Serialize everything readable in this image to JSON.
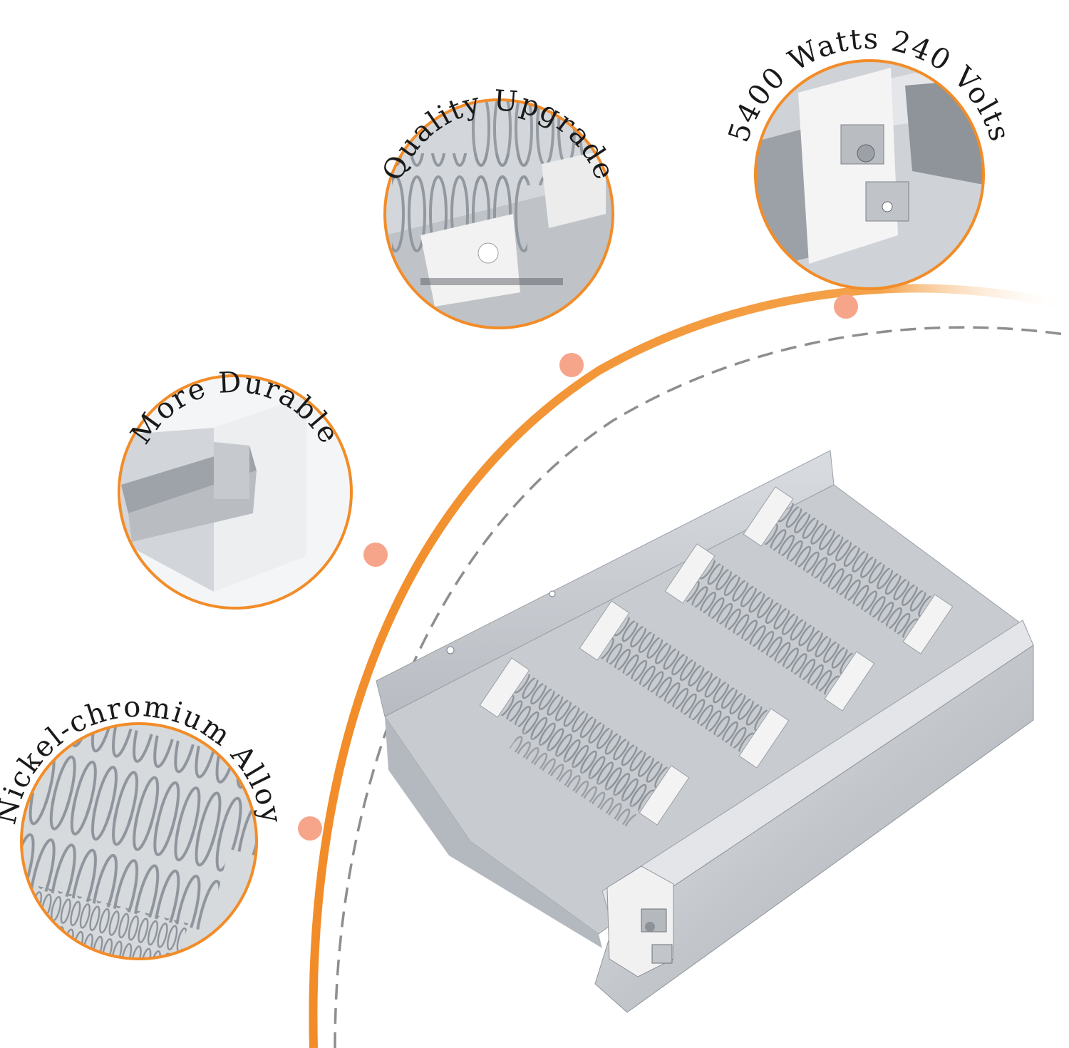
{
  "colors": {
    "accent": "#f28c28",
    "dot": "#f6a58a",
    "dashed_ring": "#7a7a7a",
    "metal": "#c9ccd0",
    "coil": "#9aa0a6"
  },
  "callouts": [
    {
      "label": "More Durable",
      "icon": "metal-edge-closeup"
    },
    {
      "label": "Quality Upgrade",
      "icon": "coil-support-closeup"
    },
    {
      "label": "5400 Watts 240 Volts",
      "icon": "terminal-block-closeup"
    },
    {
      "label": "Nickel-chromium Alloy",
      "icon": "heating-coils-closeup"
    }
  ],
  "product": {
    "icon": "dryer-heating-element"
  }
}
